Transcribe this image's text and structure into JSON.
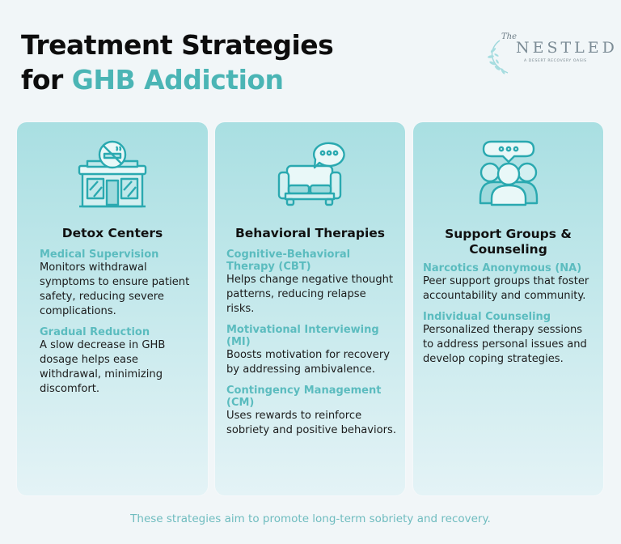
{
  "header": {
    "title_line1": "Treatment Strategies",
    "title_line2_prefix": "for ",
    "title_line2_accent": "GHB Addiction"
  },
  "logo": {
    "the": "The",
    "name": "NESTLED",
    "tagline": "A DESERT RECOVERY OASIS"
  },
  "colors": {
    "accent": "#4bb5b5",
    "card_top": "#a9dfe2",
    "card_bottom": "#e4f3f6",
    "background": "#f1f6f8",
    "icon": "#2aa9b0"
  },
  "cards": [
    {
      "icon": "no-smoking-building-icon",
      "title": "Detox Centers",
      "items": [
        {
          "heading": "Medical Supervision",
          "text": "Monitors withdrawal symptoms to ensure patient safety, reducing severe complications."
        },
        {
          "heading": "Gradual Reduction",
          "text": "A slow decrease in GHB dosage helps ease withdrawal, minimizing discomfort."
        }
      ]
    },
    {
      "icon": "couch-speech-bubble-icon",
      "title": "Behavioral Therapies",
      "items": [
        {
          "heading": "Cognitive-Behavioral Therapy (CBT)",
          "text": "Helps change negative thought patterns, reducing relapse risks."
        },
        {
          "heading": "Motivational Interviewing (MI)",
          "text": "Boosts motivation for recovery by addressing ambivalence."
        },
        {
          "heading": "Contingency Management (CM)",
          "text": "Uses rewards to reinforce sobriety and positive behaviors."
        }
      ]
    },
    {
      "icon": "group-chat-icon",
      "title": "Support Groups & Counseling",
      "items": [
        {
          "heading": "Narcotics Anonymous (NA)",
          "text": "Peer support groups that foster accountability and community."
        },
        {
          "heading": "Individual Counseling",
          "text": "Personalized therapy sessions to address personal issues and develop coping strategies."
        }
      ]
    }
  ],
  "footer": {
    "text": "These strategies aim to promote long-term sobriety and recovery."
  }
}
